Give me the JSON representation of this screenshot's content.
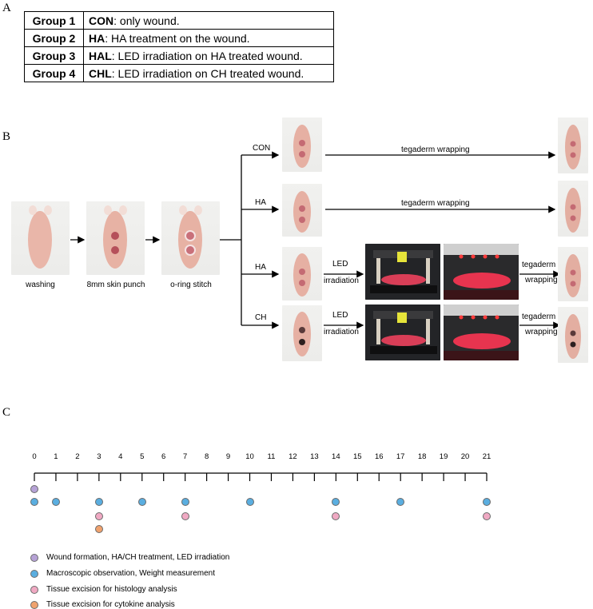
{
  "panels": {
    "a": "A",
    "b": "B",
    "c": "C"
  },
  "groups": [
    {
      "name": "Group 1",
      "abbr": "CON",
      "desc": ": only wound."
    },
    {
      "name": "Group 2",
      "abbr": "HA",
      "desc": ": HA treatment  on the wound."
    },
    {
      "name": "Group 3",
      "abbr": "HAL",
      "desc": ": LED irradiation on HA treated wound."
    },
    {
      "name": "Group 4",
      "abbr": "CHL",
      "desc": ": LED irradiation on CH treated wound."
    }
  ],
  "procedure": {
    "steps": [
      "washing",
      "8mm skin punch",
      "o-ring stitch"
    ],
    "arms": [
      "CON",
      "HA",
      "HA",
      "CH"
    ],
    "tegaderm_wrapping": "tegaderm wrapping",
    "led": "LED",
    "irradiation": "irradiation",
    "tegaderm": "tegaderm",
    "wrapping": "wrapping"
  },
  "timeline": {
    "days": [
      "0",
      "1",
      "2",
      "3",
      "4",
      "5",
      "6",
      "7",
      "8",
      "9",
      "10",
      "11",
      "12",
      "13",
      "14",
      "15",
      "16",
      "17",
      "18",
      "19",
      "20",
      "21"
    ],
    "colors": {
      "purple": "#b6a2d6",
      "blue": "#5aaee0",
      "pink": "#f0a9c3",
      "orange": "#f0a26e"
    },
    "events": {
      "purple": [
        0
      ],
      "blue": [
        0,
        1,
        3,
        5,
        7,
        10,
        14,
        17,
        21
      ],
      "pink": [
        3,
        7,
        14,
        21
      ],
      "orange": [
        3
      ]
    },
    "legend": [
      {
        "color": "purple",
        "label": "Wound formation, HA/CH treatment, LED irradiation"
      },
      {
        "color": "blue",
        "label": "Macroscopic observation, Weight measurement"
      },
      {
        "color": "pink",
        "label": "Tissue excision for histology analysis"
      },
      {
        "color": "orange",
        "label": "Tissue excision for cytokine analysis"
      }
    ]
  }
}
